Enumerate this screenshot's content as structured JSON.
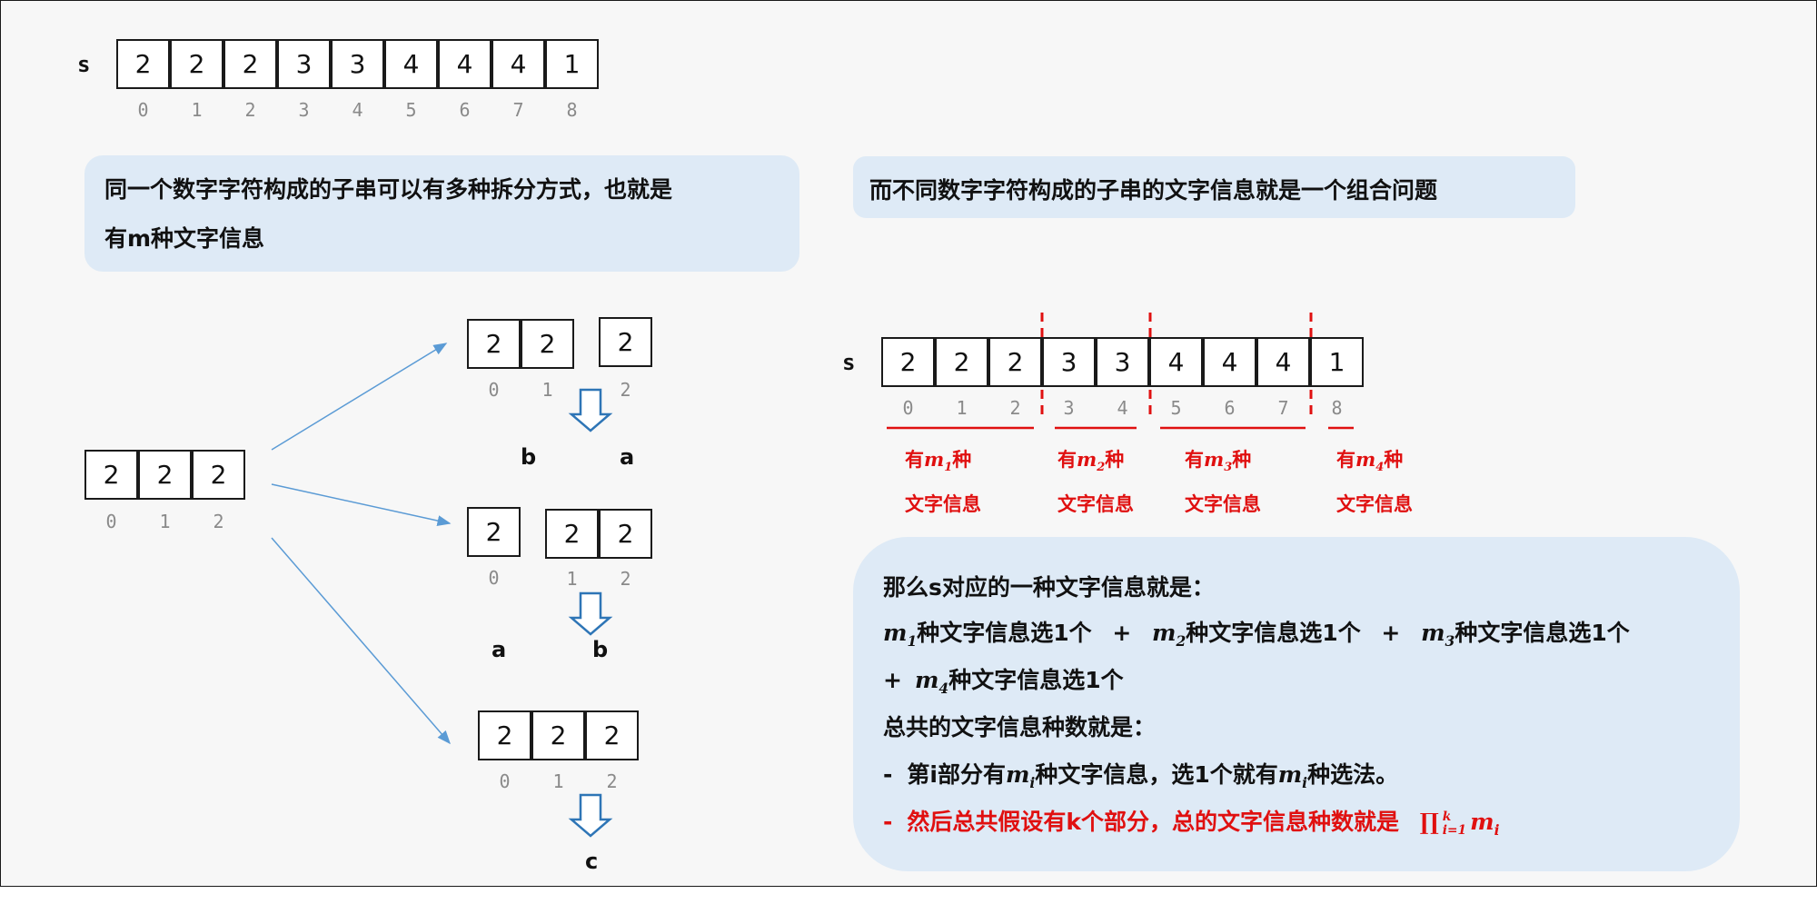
{
  "top_array": {
    "label": "s",
    "cells": [
      "2",
      "2",
      "2",
      "3",
      "3",
      "4",
      "4",
      "4",
      "1"
    ],
    "indices": [
      "0",
      "1",
      "2",
      "3",
      "4",
      "5",
      "6",
      "7",
      "8"
    ]
  },
  "left_bubble": {
    "line1": "同一个数字字符构成的子串可以有多种拆分方式，也就是",
    "line2": "有m种文字信息"
  },
  "right_bubble": {
    "text": "而不同数字字符构成的子串的文字信息就是一个组合问题"
  },
  "split_example": {
    "source": {
      "cells": [
        "2",
        "2",
        "2"
      ],
      "indices": [
        "0",
        "1",
        "2"
      ]
    },
    "option1": {
      "cells_a": [
        "2",
        "2"
      ],
      "indices_a": [
        "0",
        "1"
      ],
      "cells_b": [
        "2"
      ],
      "indices_b": [
        "2"
      ],
      "letters": [
        "b",
        "a"
      ]
    },
    "option2": {
      "cells_a": [
        "2"
      ],
      "indices_a": [
        "0"
      ],
      "cells_b": [
        "2",
        "2"
      ],
      "indices_b": [
        "1",
        "2"
      ],
      "letters": [
        "a",
        "b"
      ]
    },
    "option3": {
      "cells": [
        "2",
        "2",
        "2"
      ],
      "indices": [
        "0",
        "1",
        "2"
      ],
      "letter": "c"
    }
  },
  "grouped_array": {
    "label": "s",
    "cells": [
      "2",
      "2",
      "2",
      "3",
      "3",
      "4",
      "4",
      "4",
      "1"
    ],
    "indices": [
      "0",
      "1",
      "2",
      "3",
      "4",
      "5",
      "6",
      "7",
      "8"
    ],
    "groups": [
      {
        "pre": "有",
        "m": "m",
        "sub": "1",
        "post": "种",
        "line2": "文字信息"
      },
      {
        "pre": "有",
        "m": "m",
        "sub": "2",
        "post": "种",
        "line2": "文字信息"
      },
      {
        "pre": "有",
        "m": "m",
        "sub": "3",
        "post": "种",
        "line2": "文字信息"
      },
      {
        "pre": "有",
        "m": "m",
        "sub": "4",
        "post": "种",
        "line2": "文字信息"
      }
    ]
  },
  "explain": {
    "line1": "那么s对应的一种文字信息就是：",
    "sel_text": "种文字信息选1个",
    "plus": "+",
    "m": "m",
    "subs": [
      "1",
      "2",
      "3",
      "4"
    ],
    "line4": "总共的文字信息种数就是：",
    "dash": "-",
    "line5_a": "第i部分有",
    "line5_b": "种文字信息，选1个就有",
    "line5_c": "种选法。",
    "sub_i": "i",
    "line6": "然后总共假设有k个部分，总的文字信息种数就是",
    "prod": "∏",
    "prod_sub": "i=1",
    "prod_sup": "k",
    "colors": {
      "red": "#e01010",
      "bubble": "#deeaf6",
      "arrow": "#2e75b6"
    }
  }
}
